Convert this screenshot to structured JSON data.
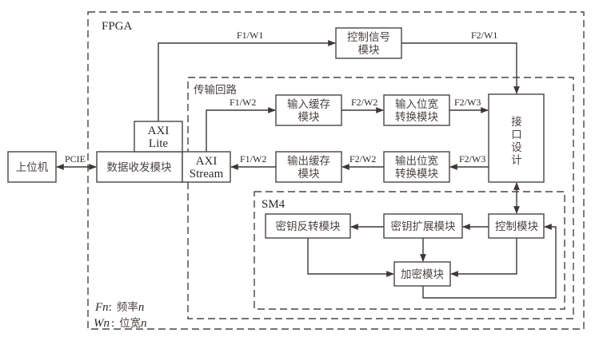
{
  "containers": {
    "fpga": "FPGA",
    "transfer_loop": "传输回路",
    "sm4": "SM4"
  },
  "blocks": {
    "host": "上位机",
    "transceiver": "数据收发模块",
    "axi_lite": [
      "AXI",
      "Lite"
    ],
    "axi_stream": [
      "AXI",
      "Stream"
    ],
    "control_signal": [
      "控制信号",
      "模块"
    ],
    "input_buffer": [
      "输入缓存",
      "模块"
    ],
    "input_width_conv": [
      "输入位宽",
      "转换模块"
    ],
    "output_buffer": [
      "输出缓存",
      "模块"
    ],
    "output_width_conv": [
      "输出位宽",
      "转换模块"
    ],
    "interface_design": [
      "接",
      "口",
      "设",
      "计"
    ],
    "key_reverse": "密钥反转模块",
    "key_expand": "密钥扩展模块",
    "control": "控制模块",
    "encrypt": "加密模块"
  },
  "edge_labels": {
    "pcie": "PCIE",
    "lite_to_ctrl": "F1/W1",
    "ctrl_to_iface": "F2/W1",
    "stream_to_inbuf": "F1/W2",
    "inbuf_to_inconv": "F2/W2",
    "inconv_to_iface": "F2/W3",
    "outbuf_to_stream": "F1/W2",
    "outconv_to_outbuf": "F2/W2",
    "iface_to_outconv": "F2/W3"
  },
  "legend": {
    "f_sym": "Fn",
    "f_sep": ":",
    "f_desc": "频率",
    "f_n": "n",
    "w_sym": "Wn",
    "w_sep": ":",
    "w_desc": "位宽",
    "w_n": "n"
  }
}
